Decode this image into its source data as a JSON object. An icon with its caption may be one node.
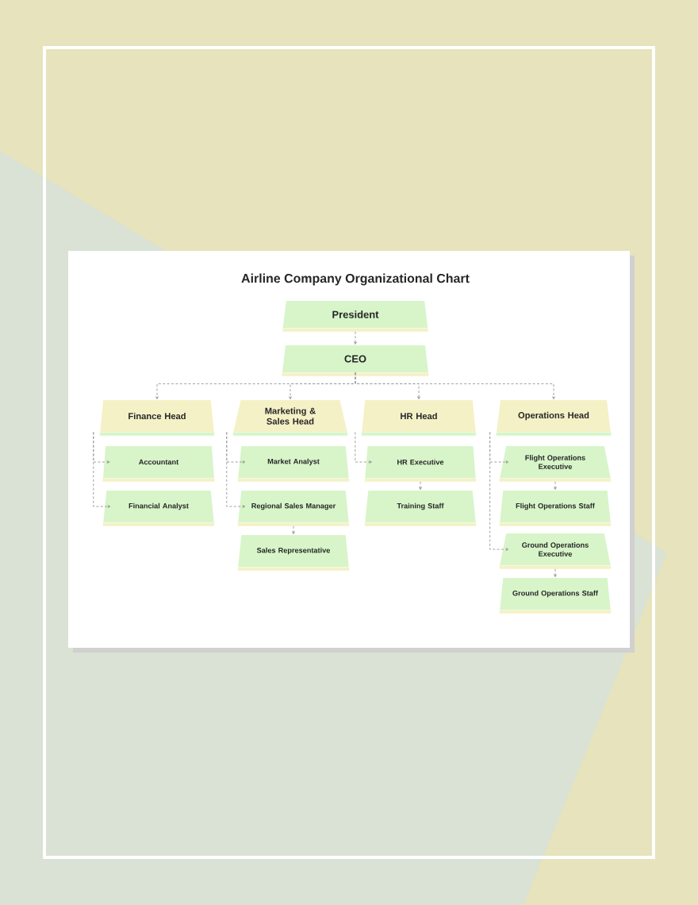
{
  "diagram": {
    "title": "Airline Company Organizational Chart",
    "nodes": [
      {
        "text": [
          "President"
        ]
      },
      {
        "text": [
          "CEO"
        ]
      },
      {
        "text": [
          "Finance Head"
        ]
      },
      {
        "text": [
          "Marketing & Sales Head"
        ]
      },
      {
        "text": [
          "HR Head"
        ]
      },
      {
        "text": [
          "Operations Head"
        ]
      },
      {
        "text": [
          "Accountant"
        ]
      },
      {
        "text": [
          "Financial Analyst"
        ]
      },
      {
        "text": [
          "Market Analyst"
        ]
      },
      {
        "text": [
          "Regional Sales Manager"
        ]
      },
      {
        "text": [
          "Sales Representative"
        ]
      },
      {
        "text": [
          "HR Executive"
        ]
      },
      {
        "text": [
          "Training Staff"
        ]
      },
      {
        "text": [
          "Flight Operations Executive"
        ]
      },
      {
        "text": [
          "Flight Operations Staff"
        ]
      },
      {
        "text": [
          "Ground Operations Executive"
        ]
      },
      {
        "text": [
          "Ground Operations Staff"
        ]
      }
    ],
    "edges": [
      {
        "from": 0,
        "to": 1,
        "arrow": "to",
        "style": "dashed"
      },
      {
        "from": 1,
        "to": 2,
        "arrow": "to",
        "style": "dashed"
      },
      {
        "from": 1,
        "to": 3,
        "arrow": "to",
        "style": "dashed"
      },
      {
        "from": 1,
        "to": 4,
        "arrow": "to",
        "style": "dashed"
      },
      {
        "from": 1,
        "to": 5,
        "arrow": "to",
        "style": "dashed"
      },
      {
        "from": 2,
        "to": 6,
        "arrow": "to",
        "style": "dashed"
      },
      {
        "from": 2,
        "to": 7,
        "arrow": "to",
        "style": "dashed"
      },
      {
        "from": 3,
        "to": 8,
        "arrow": "to",
        "style": "dashed"
      },
      {
        "from": 3,
        "to": 9,
        "arrow": "to",
        "style": "dashed"
      },
      {
        "from": 9,
        "to": 10,
        "arrow": "to",
        "style": "dashed"
      },
      {
        "from": 4,
        "to": 11,
        "arrow": "to",
        "style": "dashed"
      },
      {
        "from": 11,
        "to": 12,
        "arrow": "to",
        "style": "dashed"
      },
      {
        "from": 5,
        "to": 13,
        "arrow": "to",
        "style": "dashed"
      },
      {
        "from": 13,
        "to": 14,
        "arrow": "to",
        "style": "dashed"
      },
      {
        "from": 5,
        "to": 15,
        "arrow": "to",
        "style": "dashed"
      },
      {
        "from": 15,
        "to": 16,
        "arrow": "to",
        "style": "dashed"
      }
    ]
  }
}
